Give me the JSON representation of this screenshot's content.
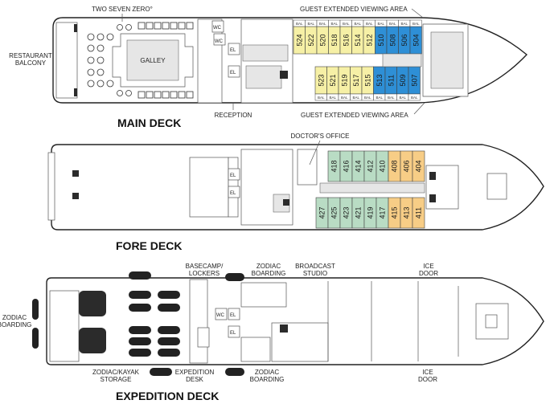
{
  "colors": {
    "yellow": "#f6f0a6",
    "blue": "#2e8fd6",
    "green": "#b9dcc4",
    "orange": "#f7cd86",
    "ink": "#222222"
  },
  "main_deck": {
    "name": "MAIN DECK",
    "labels": {
      "two_seven_zero": "TWO SEVEN ZERO°",
      "restaurant_balcony": [
        "RESTAURANT",
        "BALCONY"
      ],
      "galley": "GALLEY",
      "wc1": "WC",
      "wc2": "WC",
      "el1": "EL",
      "el2": "EL",
      "reception": "RECEPTION",
      "viewing_top": "GUEST EXTENDED VIEWING AREA",
      "viewing_bottom": "GUEST EXTENDED VIEWING AREA",
      "bal": "BAL"
    },
    "cabins_top": [
      {
        "num": "524",
        "color": "yellow"
      },
      {
        "num": "522",
        "color": "yellow"
      },
      {
        "num": "520",
        "color": "yellow"
      },
      {
        "num": "518",
        "color": "yellow"
      },
      {
        "num": "516",
        "color": "yellow"
      },
      {
        "num": "514",
        "color": "yellow"
      },
      {
        "num": "512",
        "color": "yellow"
      },
      {
        "num": "510",
        "color": "blue"
      },
      {
        "num": "508",
        "color": "blue"
      },
      {
        "num": "506",
        "color": "blue"
      },
      {
        "num": "504",
        "color": "blue"
      }
    ],
    "cabins_bottom": [
      {
        "num": "523",
        "color": "yellow"
      },
      {
        "num": "521",
        "color": "yellow"
      },
      {
        "num": "519",
        "color": "yellow"
      },
      {
        "num": "517",
        "color": "yellow"
      },
      {
        "num": "515",
        "color": "yellow"
      },
      {
        "num": "513",
        "color": "blue"
      },
      {
        "num": "511",
        "color": "blue"
      },
      {
        "num": "509",
        "color": "blue"
      },
      {
        "num": "507",
        "color": "blue"
      }
    ]
  },
  "fore_deck": {
    "name": "FORE DECK",
    "labels": {
      "doctors_office": "DOCTOR'S OFFICE",
      "el1": "EL",
      "el2": "EL"
    },
    "cabins_top": [
      {
        "num": "418",
        "color": "green"
      },
      {
        "num": "416",
        "color": "green"
      },
      {
        "num": "414",
        "color": "green"
      },
      {
        "num": "412",
        "color": "green"
      },
      {
        "num": "410",
        "color": "green"
      },
      {
        "num": "408",
        "color": "orange"
      },
      {
        "num": "406",
        "color": "orange"
      },
      {
        "num": "404",
        "color": "orange"
      }
    ],
    "cabins_bottom": [
      {
        "num": "427",
        "color": "green"
      },
      {
        "num": "425",
        "color": "green"
      },
      {
        "num": "423",
        "color": "green"
      },
      {
        "num": "421",
        "color": "green"
      },
      {
        "num": "419",
        "color": "green"
      },
      {
        "num": "417",
        "color": "green"
      },
      {
        "num": "415",
        "color": "orange"
      },
      {
        "num": "413",
        "color": "orange"
      },
      {
        "num": "411",
        "color": "orange"
      }
    ]
  },
  "expedition_deck": {
    "name": "EXPEDITION DECK",
    "labels": {
      "zodiac_boarding_left": [
        "ZODIAC",
        "BOARDING"
      ],
      "basecamp": [
        "BASECAMP/",
        "LOCKERS"
      ],
      "zodiac_boarding_top": [
        "ZODIAC",
        "BOARDING"
      ],
      "broadcast_studio": [
        "BROADCAST",
        "STUDIO"
      ],
      "ice_door_top": [
        "ICE",
        "DOOR"
      ],
      "zodiac_kayak_storage": [
        "ZODIAC/KAYAK",
        "STORAGE"
      ],
      "expedition_desk": [
        "EXPEDITION",
        "DESK"
      ],
      "zodiac_boarding_bottom": [
        "ZODIAC",
        "BOARDING"
      ],
      "ice_door_bottom": [
        "ICE",
        "DOOR"
      ],
      "wc": "WC",
      "el1": "EL",
      "el2": "EL"
    }
  }
}
